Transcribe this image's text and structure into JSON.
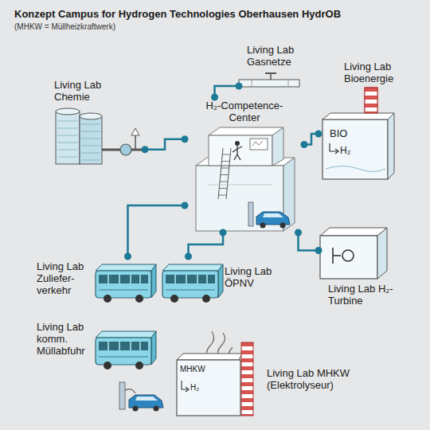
{
  "diagram": {
    "title": "Konzept Campus for Hydrogen Technologies Oberhausen HydrOB",
    "nodes": [
      {
        "text": [
          "Living Lab Gasnetze"
        ]
      },
      {
        "text": [
          "Living Lab Chemie"
        ]
      },
      {
        "text": [
          "Living Lab Bioenergie"
        ]
      },
      {
        "text": [
          "H₂-Competence-Center"
        ]
      },
      {
        "text": [
          "Living Lab Zuliefer- verkehr"
        ]
      },
      {
        "text": [
          "Living Lab ÖPNV"
        ]
      },
      {
        "text": [
          "Living Lab H₂-Turbine"
        ]
      },
      {
        "text": [
          "Living Lab komm. Müllabfuhr"
        ]
      },
      {
        "text": [
          "Living Lab MHKW (Elektrolyseur)"
        ]
      }
    ],
    "edges": [
      {
        "from": 3,
        "to": 1,
        "arrow": "none"
      },
      {
        "from": 3,
        "to": 0,
        "arrow": "none"
      },
      {
        "from": 3,
        "to": 2,
        "arrow": "none"
      },
      {
        "from": 3,
        "to": 4,
        "arrow": "none"
      },
      {
        "from": 3,
        "to": 5,
        "arrow": "none"
      },
      {
        "from": 3,
        "to": 6,
        "arrow": "none"
      }
    ],
    "labels": [
      "(MHKW = Müllheizkraftwerk)",
      "BIO",
      "H₂",
      "MHKW",
      "H₂"
    ]
  }
}
